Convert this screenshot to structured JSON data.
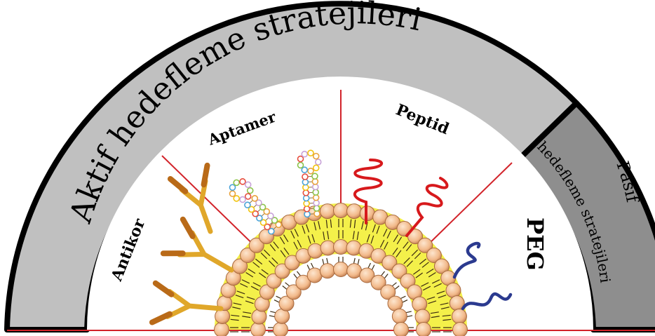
{
  "diagram": {
    "active_band_label": "Aktif hedefleme stratejileri",
    "passive_band_label_line1": "Pasif",
    "passive_band_label_line2": "hedefleme stratejileri",
    "sectors": [
      {
        "label": "Antikor"
      },
      {
        "label": "Aptamer"
      },
      {
        "label": "Peptid"
      },
      {
        "label": "PEG"
      }
    ]
  },
  "colors": {
    "active_band": "#c0c0c0",
    "passive_band": "#8e8e8e",
    "divider": "#d2232a",
    "lipid_head": "#f5c49a",
    "lipid_core": "#f4f04a",
    "antibody": "#e0a72a",
    "peptide": "#d7191c",
    "peg": "#2b3a8f"
  }
}
